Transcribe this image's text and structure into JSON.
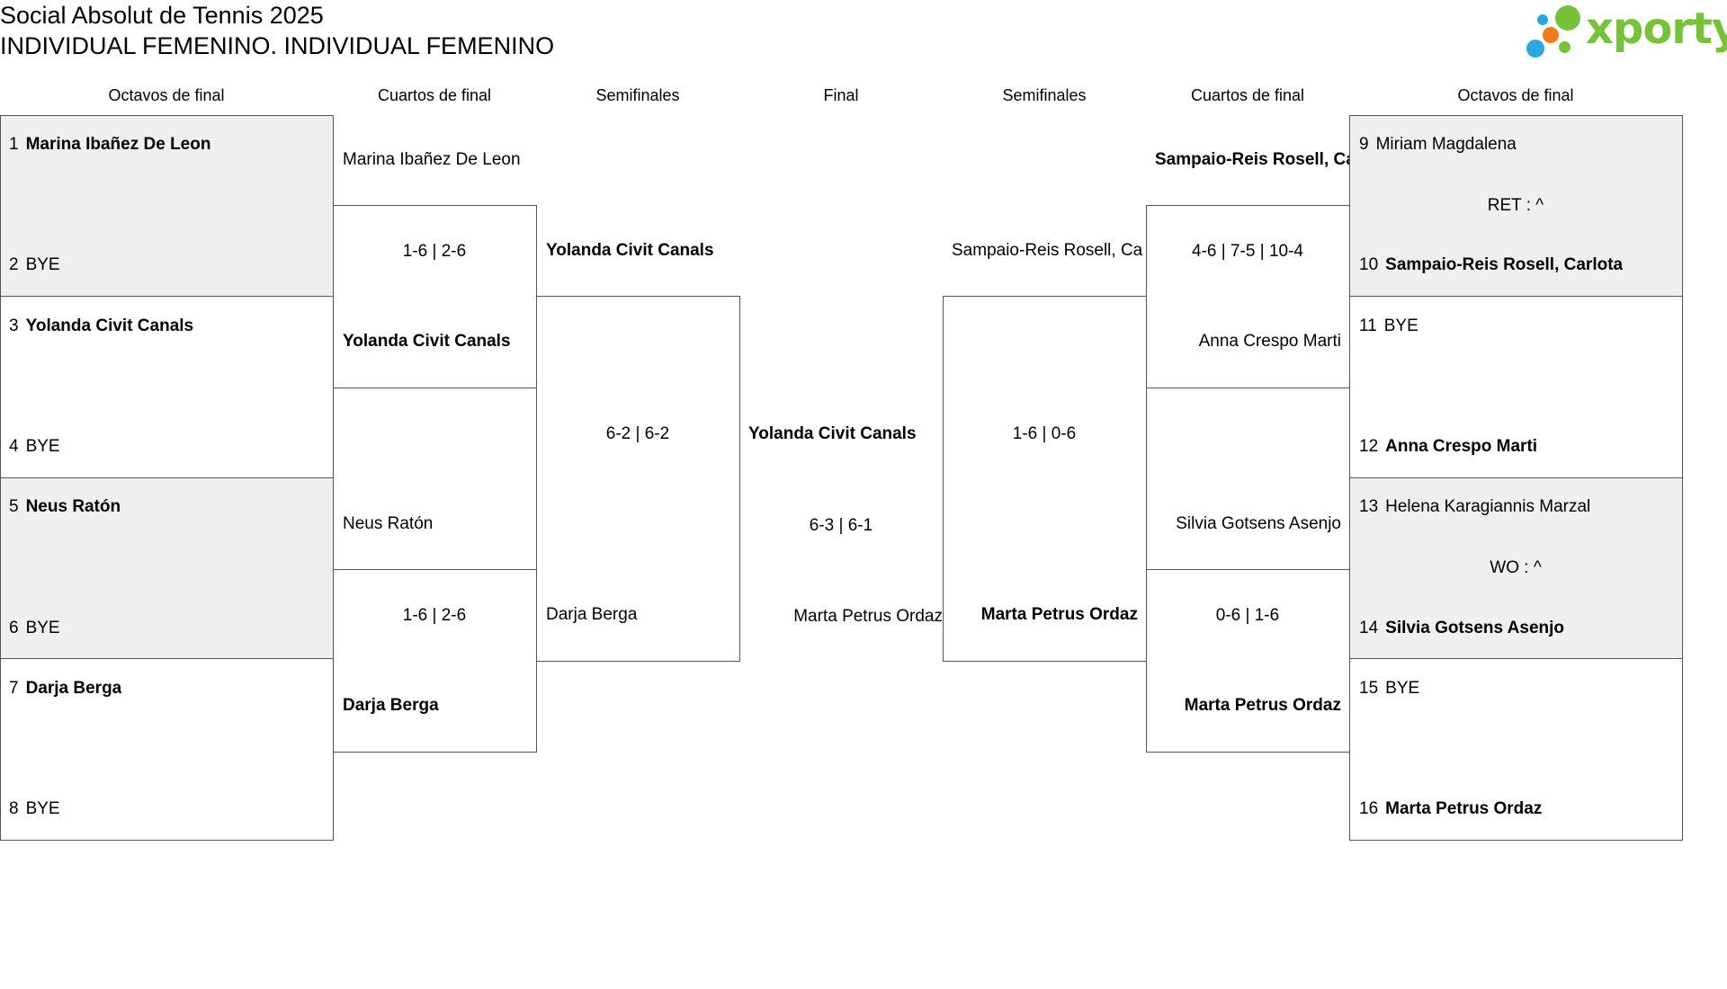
{
  "title": "Social Absolut de Tennis 2025",
  "subtitle": "INDIVIDUAL FEMENINO. INDIVIDUAL FEMENINO",
  "logo": {
    "text": "xporty",
    "color": "#77c23a"
  },
  "headers": {
    "left_r16": "Octavos de final",
    "left_qf": "Cuartos de final",
    "left_sf": "Semifinales",
    "final": "Final",
    "right_sf": "Semifinales",
    "right_qf": "Cuartos de final",
    "right_r16": "Octavos de final"
  },
  "left_r16": [
    {
      "seed": "1",
      "name": "Marina Ibañez De Leon"
    },
    {
      "seed": "2",
      "name": "BYE"
    },
    {
      "seed": "3",
      "name": "Yolanda Civit Canals"
    },
    {
      "seed": "4",
      "name": "BYE"
    },
    {
      "seed": "5",
      "name": "Neus Ratón"
    },
    {
      "seed": "6",
      "name": "BYE"
    },
    {
      "seed": "7",
      "name": "Darja Berga"
    },
    {
      "seed": "8",
      "name": "BYE"
    }
  ],
  "right_r16": [
    {
      "seed": "9",
      "name": "Miriam Magdalena"
    },
    {
      "seed": "10",
      "name": "Sampaio-Reis Rosell, Carlota"
    },
    {
      "seed": "11",
      "name": "BYE"
    },
    {
      "seed": "12",
      "name": "Anna Crespo Marti"
    },
    {
      "seed": "13",
      "name": "Helena Karagiannis Marzal"
    },
    {
      "seed": "14",
      "name": "Silvia Gotsens Asenjo"
    },
    {
      "seed": "15",
      "name": "BYE"
    },
    {
      "seed": "16",
      "name": "Marta Petrus Ordaz"
    }
  ],
  "right_r16_notes": [
    "RET : ^",
    "WO : ^"
  ],
  "left_qf": {
    "players": [
      "Marina Ibañez De Leon",
      "Yolanda Civit Canals",
      "Neus Ratón",
      "Darja Berga"
    ],
    "scores": [
      "1-6 | 2-6",
      "1-6 | 2-6"
    ]
  },
  "left_sf": {
    "players": [
      "Yolanda Civit Canals",
      "Darja Berga"
    ],
    "score": "6-2 | 6-2"
  },
  "final": {
    "players": [
      "Yolanda Civit Canals",
      "Marta Petrus Ordaz"
    ],
    "score": "6-3 | 6-1"
  },
  "right_sf": {
    "players": [
      "Sampaio-Reis Rosell, Ca",
      "Marta Petrus Ordaz"
    ],
    "score": "1-6 | 0-6"
  },
  "right_qf": {
    "players": [
      "Sampaio-Reis Rosell, Ca",
      "Anna Crespo Marti",
      "Silvia Gotsens Asenjo",
      "Marta Petrus Ordaz"
    ],
    "scores": [
      "4-6 | 7-5 | 10-4",
      "0-6 | 1-6"
    ]
  }
}
